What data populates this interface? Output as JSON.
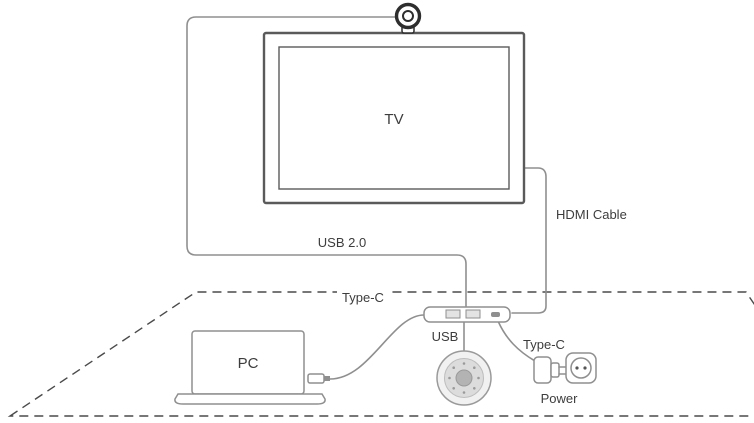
{
  "diagram": {
    "labels": {
      "tv": "TV",
      "usb_cable": "USB 2.0",
      "hdmi_cable": "HDMI Cable",
      "type_c_pc": "Type-C",
      "usb_speaker": "USB",
      "type_c_power": "Type-C",
      "pc": "PC",
      "power": "Power"
    },
    "colors": {
      "line": "#8f8f8f",
      "device_stroke": "#5a5a5a",
      "text": "#3d3d3d",
      "dashed": "#4a4a4a"
    }
  }
}
